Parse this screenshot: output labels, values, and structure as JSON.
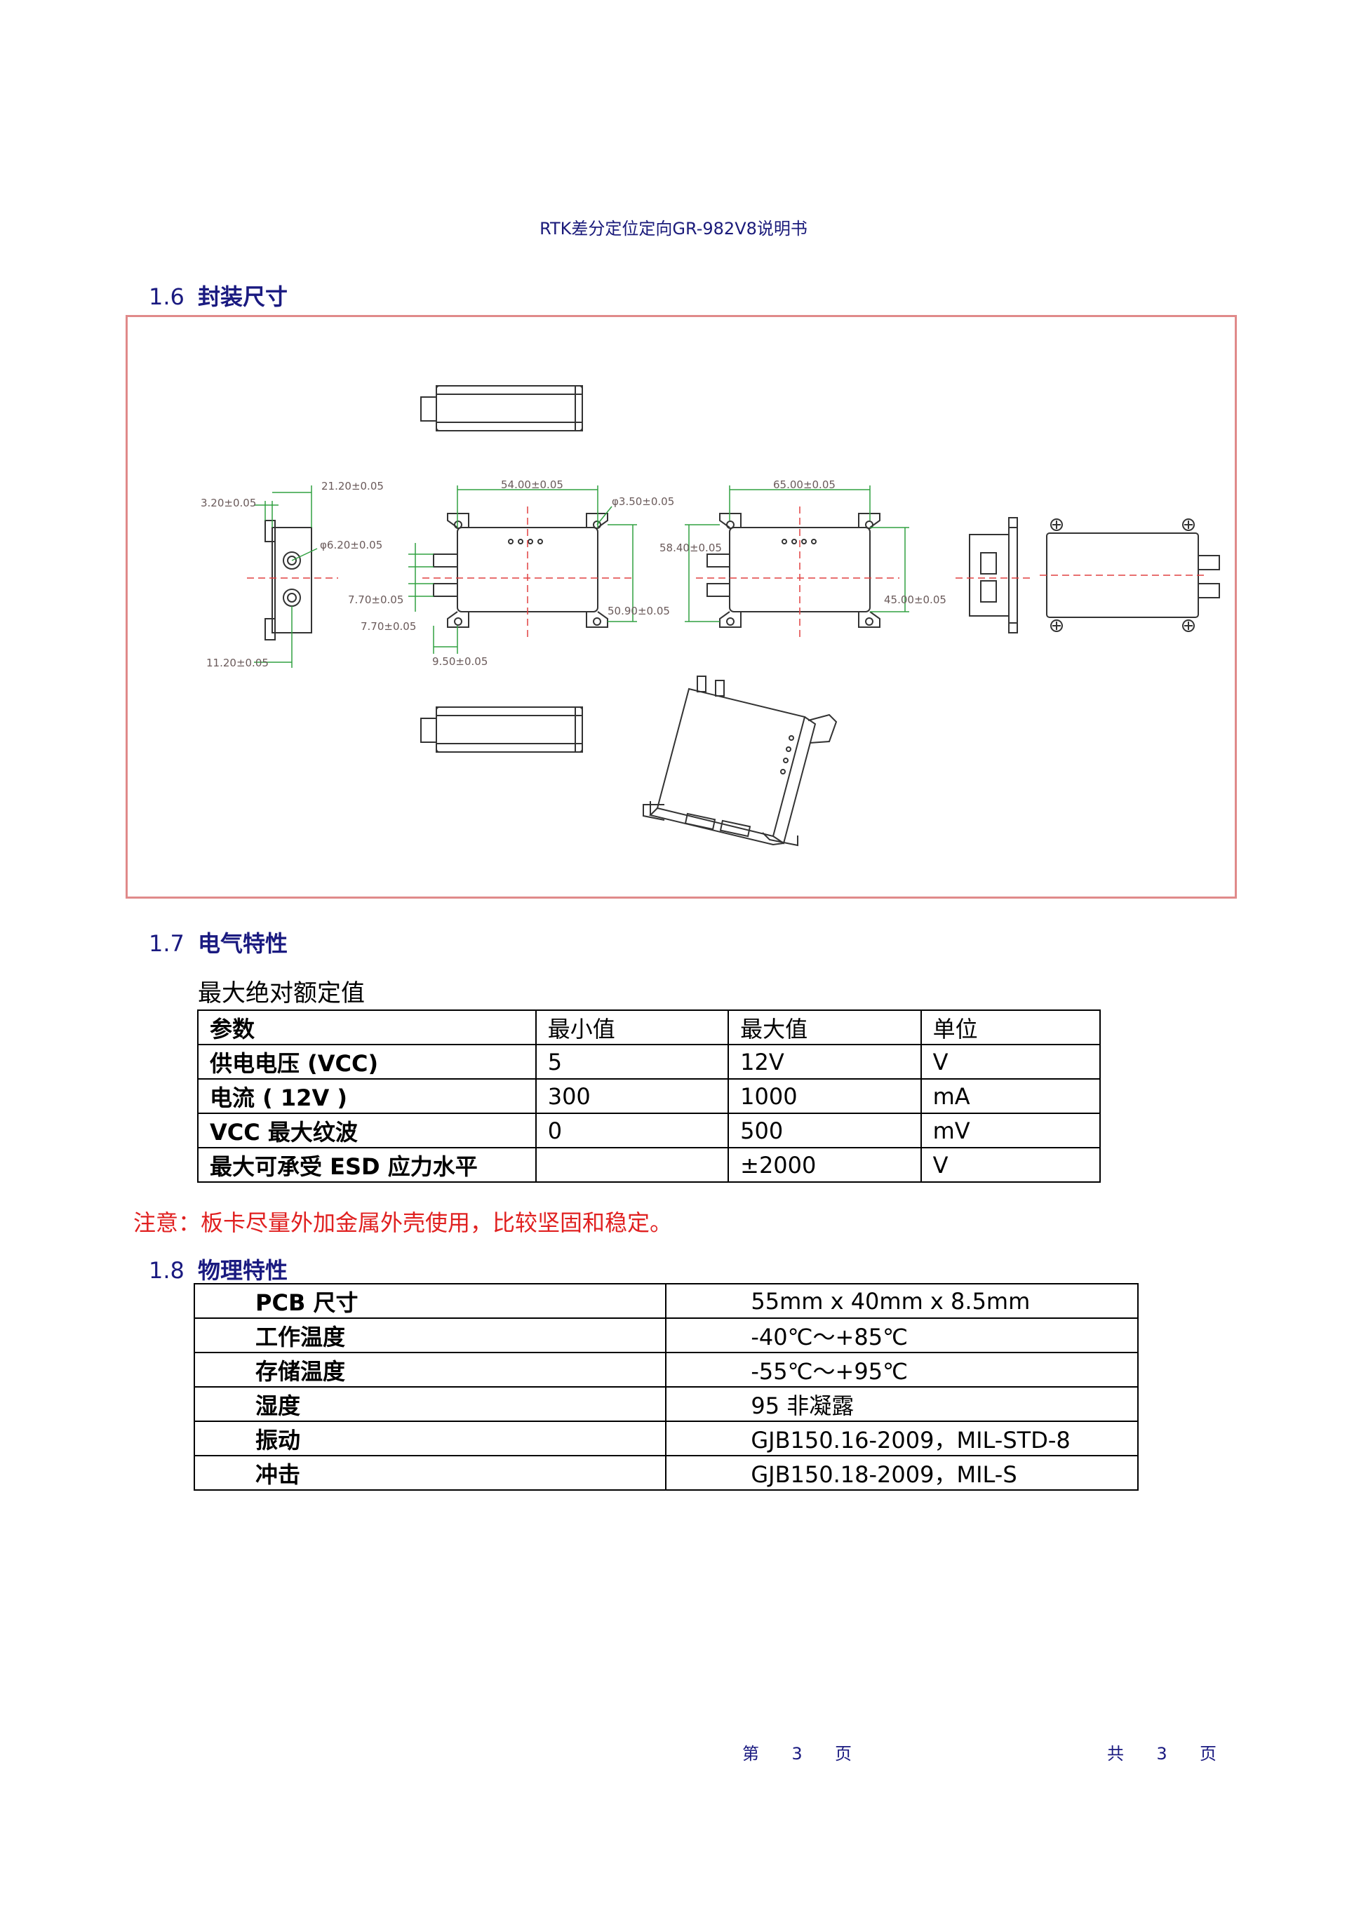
{
  "header": {
    "title": "RTK差分定位定向GR-982V8说明书"
  },
  "section_16": {
    "num": "1.6",
    "title": "封装尺寸"
  },
  "drawing": {
    "dims": {
      "d1": "3.20±0.05",
      "d2": "21.20±0.05",
      "d3": "φ6.20±0.05",
      "d4": "11.20±0.05",
      "d5": "54.00±0.05",
      "d6": "φ3.50±0.05",
      "d7": "7.70±0.05",
      "d8": "7.70±0.05",
      "d9": "50.90±0.05",
      "d10": "9.50±0.05",
      "d11": "65.00±0.05",
      "d12": "58.40±0.05",
      "d13": "45.00±0.05"
    }
  },
  "section_17": {
    "num": "1.7",
    "title": "电气特性"
  },
  "abs_max": {
    "subtitle": "最大绝对额定值",
    "header": [
      "参数",
      "最小值",
      "最大值",
      "单位"
    ],
    "rows": [
      [
        "供电电压 (VCC)",
        "5",
        "12V",
        "V"
      ],
      [
        "电流 ( 12V )",
        "300",
        "1000",
        "mA"
      ],
      [
        "VCC 最大纹波",
        "0",
        "500",
        "mV"
      ],
      [
        "最大可承受 ESD 应力水平",
        "",
        "±2000",
        "V"
      ]
    ]
  },
  "note": "注意：板卡尽量外加金属外壳使用，比较坚固和稳定。",
  "section_18": {
    "num": "1.8",
    "title": "物理特性"
  },
  "physical": {
    "rows": [
      [
        "PCB 尺寸",
        "55mm x 40mm x 8.5mm"
      ],
      [
        "工作温度",
        "-40℃～+85℃"
      ],
      [
        "存储温度",
        "-55℃～+95℃"
      ],
      [
        "湿度",
        "95 非凝露"
      ],
      [
        "振动",
        "GJB150.16-2009，MIL-STD-8"
      ],
      [
        "冲击",
        "GJB150.18-2009，MIL-S"
      ]
    ]
  },
  "footer": {
    "left": [
      "第",
      "3",
      "页"
    ],
    "right": [
      "共",
      "3",
      "页"
    ]
  }
}
